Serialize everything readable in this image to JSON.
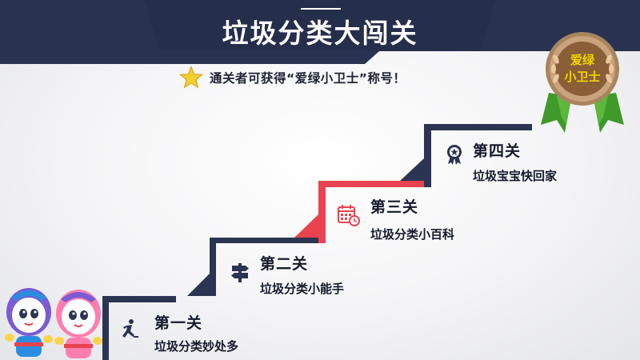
{
  "header": {
    "title": "垃圾分类大闯关"
  },
  "subtitle": {
    "text": "通关者可获得“爱绿小卫士”称号！",
    "icon": "star-icon"
  },
  "badge": {
    "line1": "爱绿",
    "line2": "小卫士",
    "icon": "medal-icon"
  },
  "colors": {
    "navy": "#2b3452",
    "red": "#e8434f",
    "gold": "#f2d400",
    "green": "#3f9a2a"
  },
  "steps": [
    {
      "title": "第一关",
      "subtitle": "垃圾分类妙处多",
      "icon": "running-person-icon"
    },
    {
      "title": "第二关",
      "subtitle": "垃圾分类小能手",
      "icon": "signpost-icon"
    },
    {
      "title": "第三关",
      "subtitle": "垃圾分类小百科",
      "icon": "calendar-clock-icon"
    },
    {
      "title": "第四关",
      "subtitle": "垃圾宝宝快回家",
      "icon": "award-ribbon-icon"
    }
  ]
}
